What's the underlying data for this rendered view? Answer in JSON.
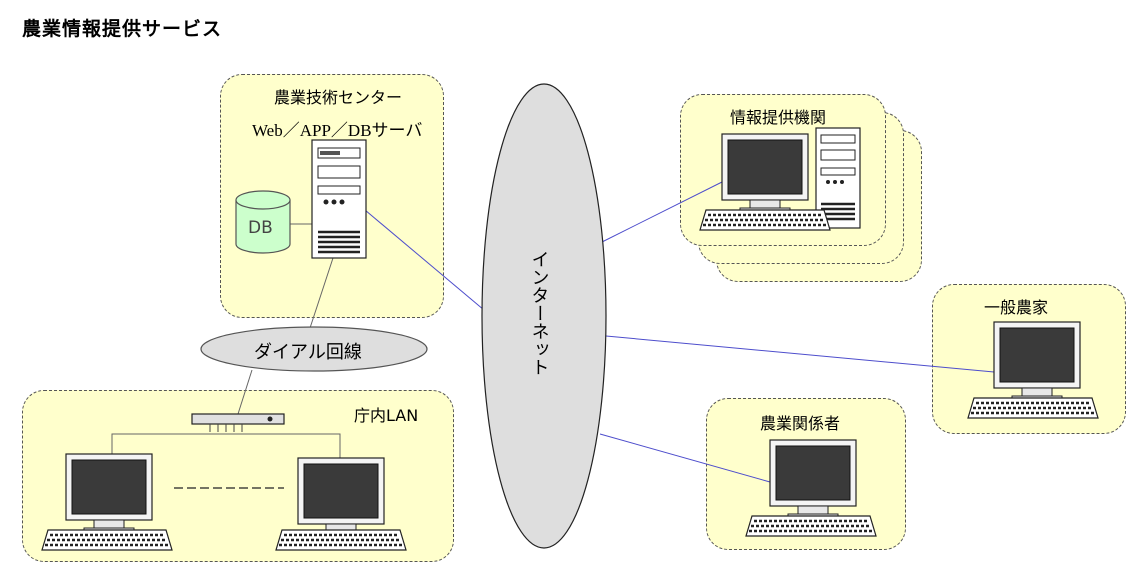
{
  "title": "農業情報提供サービス",
  "center": {
    "label": "農業技術センター",
    "server_label": "Web／APP／DBサーバ",
    "db_label": "DB"
  },
  "dialup": {
    "label": "ダイアル回線"
  },
  "lan": {
    "label": "庁内LAN"
  },
  "internet": {
    "label": "インターネット"
  },
  "provider": {
    "label": "情報提供機関"
  },
  "farmer": {
    "label": "一般農家"
  },
  "stakeholder": {
    "label": "農業関係者"
  },
  "colors": {
    "panel_fill": "#ffffcc",
    "db_fill": "#ccffcc",
    "line_blue": "#4d4dcc",
    "line_gray": "#666666"
  }
}
